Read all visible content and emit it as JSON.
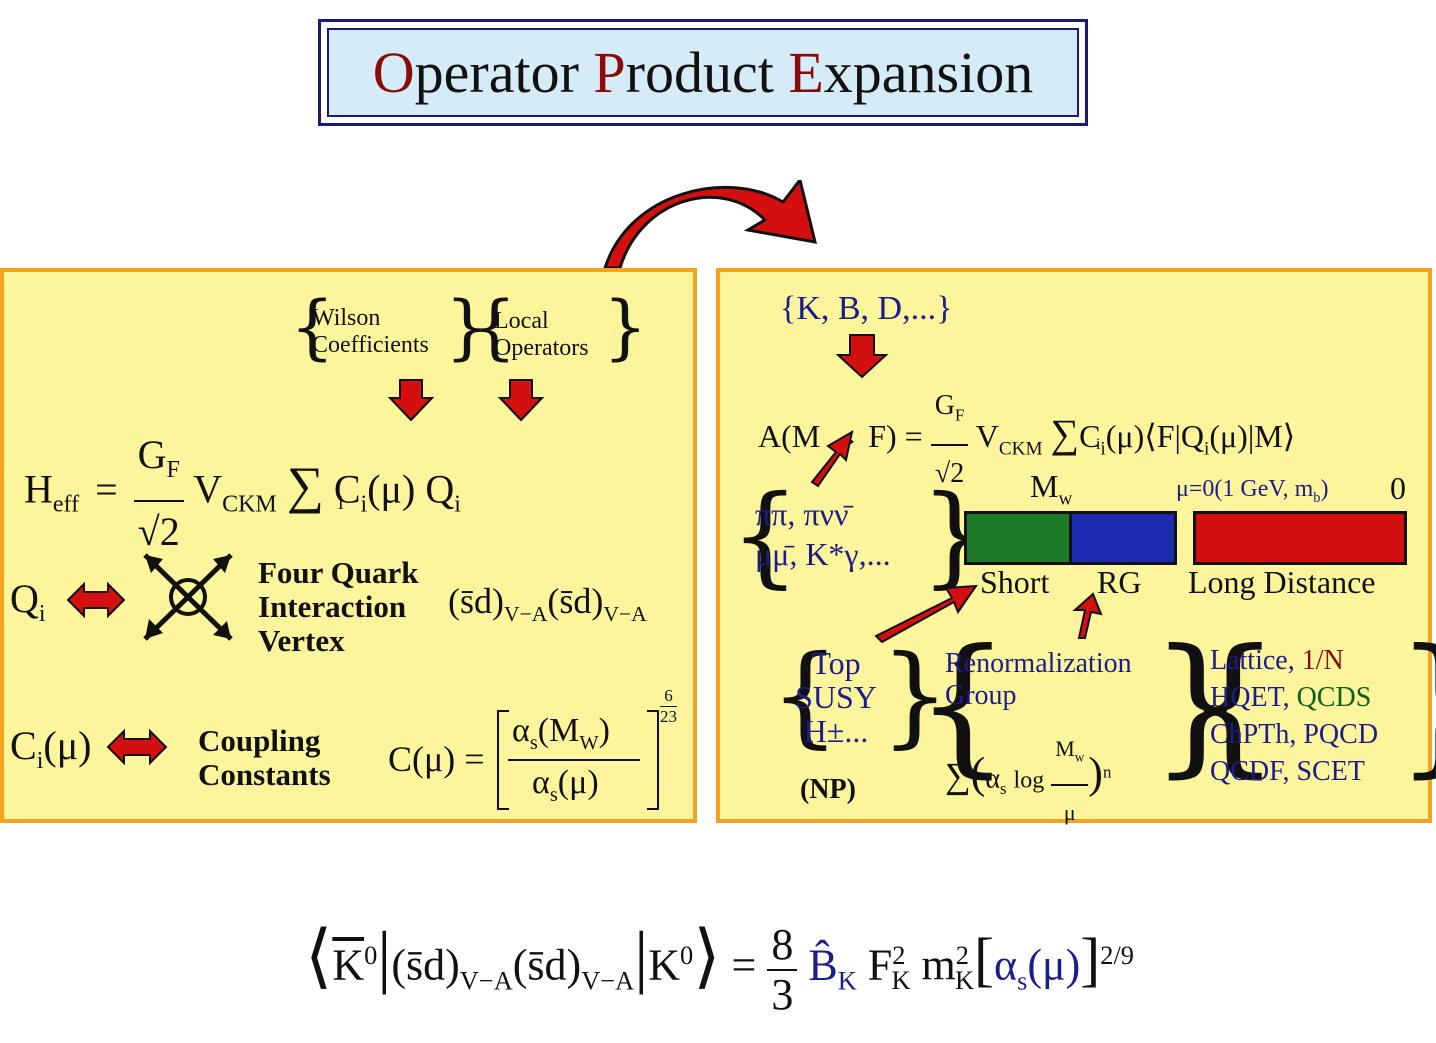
{
  "title": {
    "word1_initial": "O",
    "word1_rest": "perator",
    "word2_initial": "P",
    "word2_rest": "roduct",
    "word3_initial": "E",
    "word3_rest": "xpansion"
  },
  "left_panel": {
    "wilson_line1": "Wilson",
    "wilson_line2": "Coefficients",
    "local_line1": "Local",
    "local_line2": "Operators",
    "heff_H": "H",
    "heff_sub": "eff",
    "gf": "G",
    "gf_sub": "F",
    "sqrt2": "2",
    "vckm": "V",
    "vckm_sub": "CKM",
    "sum_index": "i",
    "ci": "C",
    "ci_sub": "i",
    "mu": "μ",
    "qi": "Q",
    "qi_sub": "i",
    "vertex_line1": "Four Quark",
    "vertex_line2": "Interaction",
    "vertex_line3": "Vertex",
    "sd_term": "(s̄d)",
    "sd_sub": "V−A",
    "coupling_line1": "Coupling",
    "coupling_line2": "Constants",
    "c_mu": "C(μ) =",
    "alpha_num": "α",
    "alpha_num_sub": "s",
    "alpha_num_arg": "(M",
    "alpha_num_arg_sub": "W",
    "alpha_den_arg": "(μ)",
    "exp_num": "6",
    "exp_den": "23"
  },
  "right_panel": {
    "mesons": "{K, B, D,...}",
    "amp_lhs": "A(M → F) =",
    "amp_vckm": "V",
    "amp_vckm_sub": "CKM",
    "amp_ci": "C",
    "amp_ci_sub": "i",
    "amp_mu": "(μ)",
    "amp_bra": "F",
    "amp_q": "Q",
    "amp_q_sub": "i",
    "amp_ket": "M",
    "decays_line1": "ππ, πνν̄",
    "decays_line2": "μμ̄, K*γ,...",
    "mw": "M",
    "mw_sub": "w",
    "mu_scale": "μ=0(1 GeV, m",
    "mu_scale_sub": "b",
    "mu_scale_end": ")",
    "zero": "0",
    "label_short": "Short",
    "label_rg": "RG",
    "label_long": "Long Distance",
    "np_line1": "Top",
    "np_line2": "SUSY",
    "np_line3": "H±...",
    "np_label": "(NP)",
    "renorm_line1": "Renormalization",
    "renorm_line2": "Group",
    "log_alpha": "α",
    "log_alpha_sub": "s",
    "log_text": "log",
    "log_num": "M",
    "log_num_sub": "w",
    "log_den": "μ",
    "log_exp": "n",
    "methods": [
      {
        "a": "Lattice, ",
        "b": "1/N"
      },
      {
        "a": "HQET, ",
        "b": "QCDS"
      },
      {
        "a": "ChPTh, PQCD",
        "b": ""
      },
      {
        "a": "QCDF, SCET",
        "b": ""
      }
    ]
  },
  "bottom_equation": {
    "kbar": "K",
    "k_sup": "0",
    "sd": "(s̄d)",
    "sd_sub": "V−A",
    "equals": "=",
    "frac_num": "8",
    "frac_den": "3",
    "bk": "B̂",
    "bk_sub": "K",
    "fk": "F",
    "fk_sup": "2",
    "fk_sub": "K",
    "mk": "m",
    "mk_sup": "2",
    "mk_sub": "K",
    "alpha": "α",
    "alpha_sub": "s",
    "alpha_arg": "(μ)",
    "exponent": "2/9"
  },
  "colors": {
    "panel_fill": "#fdf59c",
    "panel_border": "#f5a21c",
    "title_fill": "#d5ebf7",
    "arrow_red": "#d40f0f",
    "bar_green": "#1f7a2a",
    "bar_blue": "#1c2bb0",
    "bar_red": "#d10f0f"
  }
}
